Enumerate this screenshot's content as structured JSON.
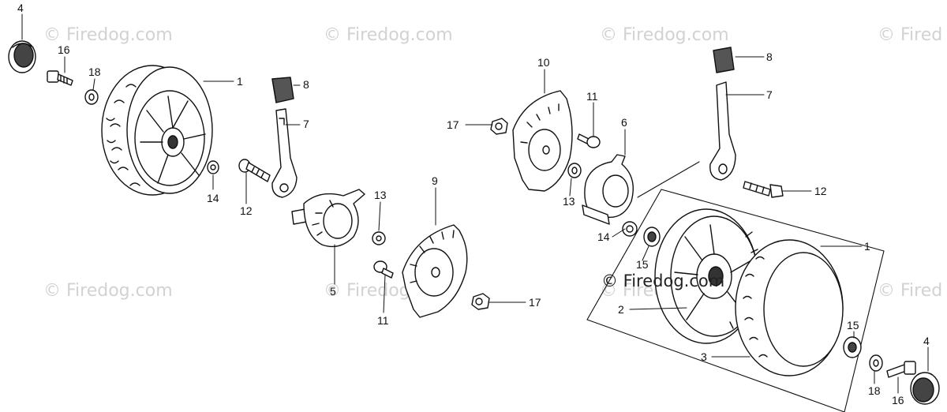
{
  "watermarks": [
    "© Firedog.com",
    "© Firedog.com",
    "© Firedog.com",
    "© Fired",
    "© Firedog.com",
    "© Firedog.com",
    "© Firedog.com",
    "© Fired"
  ],
  "main_watermark": "© Firedog.com",
  "callouts": {
    "c1": "4",
    "c2": "16",
    "c3": "18",
    "c4": "1",
    "c5": "8",
    "c6": "7",
    "c7": "14",
    "c8": "12",
    "c9": "5",
    "c10": "13",
    "c11": "11",
    "c12": "9",
    "c13": "17",
    "c14": "10",
    "c15": "17",
    "c16": "11",
    "c17": "13",
    "c18": "6",
    "c19": "14",
    "c20": "8",
    "c21": "7",
    "c22": "12",
    "c23": "1",
    "c24": "15",
    "c25": "2",
    "c26": "3",
    "c27": "15",
    "c28": "4",
    "c29": "18",
    "c30": "16"
  }
}
